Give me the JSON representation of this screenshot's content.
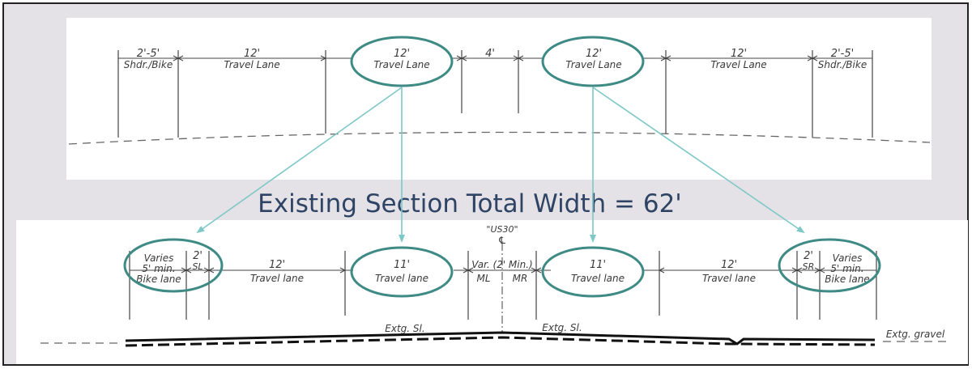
{
  "top_section": {
    "segments": [
      {
        "width": "2'-5'",
        "label": "Shdr./Bike"
      },
      {
        "width": "12'",
        "label": "Travel Lane"
      },
      {
        "width": "12'",
        "label": "Travel Lane"
      },
      {
        "width": "4'",
        "label": ""
      },
      {
        "width": "12'",
        "label": "Travel Lane"
      },
      {
        "width": "12'",
        "label": "Travel Lane"
      },
      {
        "width": "2'-5'",
        "label": "Shdr./Bike"
      }
    ]
  },
  "center_title": "Existing Section Total Width = 62'",
  "bottom_section": {
    "centerline_label": "\"US30\"",
    "centerline_symbol": "℄",
    "segments": [
      {
        "width": "Varies",
        "width2": "5' min.",
        "label": "Bike lane"
      },
      {
        "width": "2'",
        "label": "SL"
      },
      {
        "width": "12'",
        "label": "Travel lane"
      },
      {
        "width": "11'",
        "label": "Travel lane"
      },
      {
        "width": "Var. (2' Min.)",
        "label_left": "ML",
        "label_right": "MR"
      },
      {
        "width": "11'",
        "label": "Travel lane"
      },
      {
        "width": "12'",
        "label": "Travel lane"
      },
      {
        "width": "2'",
        "label": "SR"
      },
      {
        "width": "Varies",
        "width2": "5' min.",
        "label": "Bike lane"
      }
    ],
    "ground_labels": {
      "left": "Extg. Sl.",
      "right": "Extg. Sl.",
      "gravel": "Extg. gravel"
    }
  },
  "colors": {
    "highlight": "#3e8a85",
    "arrow": "#7ec8c8",
    "title": "#2f4464",
    "frame": "#222222",
    "band": "#e4e2e6"
  }
}
